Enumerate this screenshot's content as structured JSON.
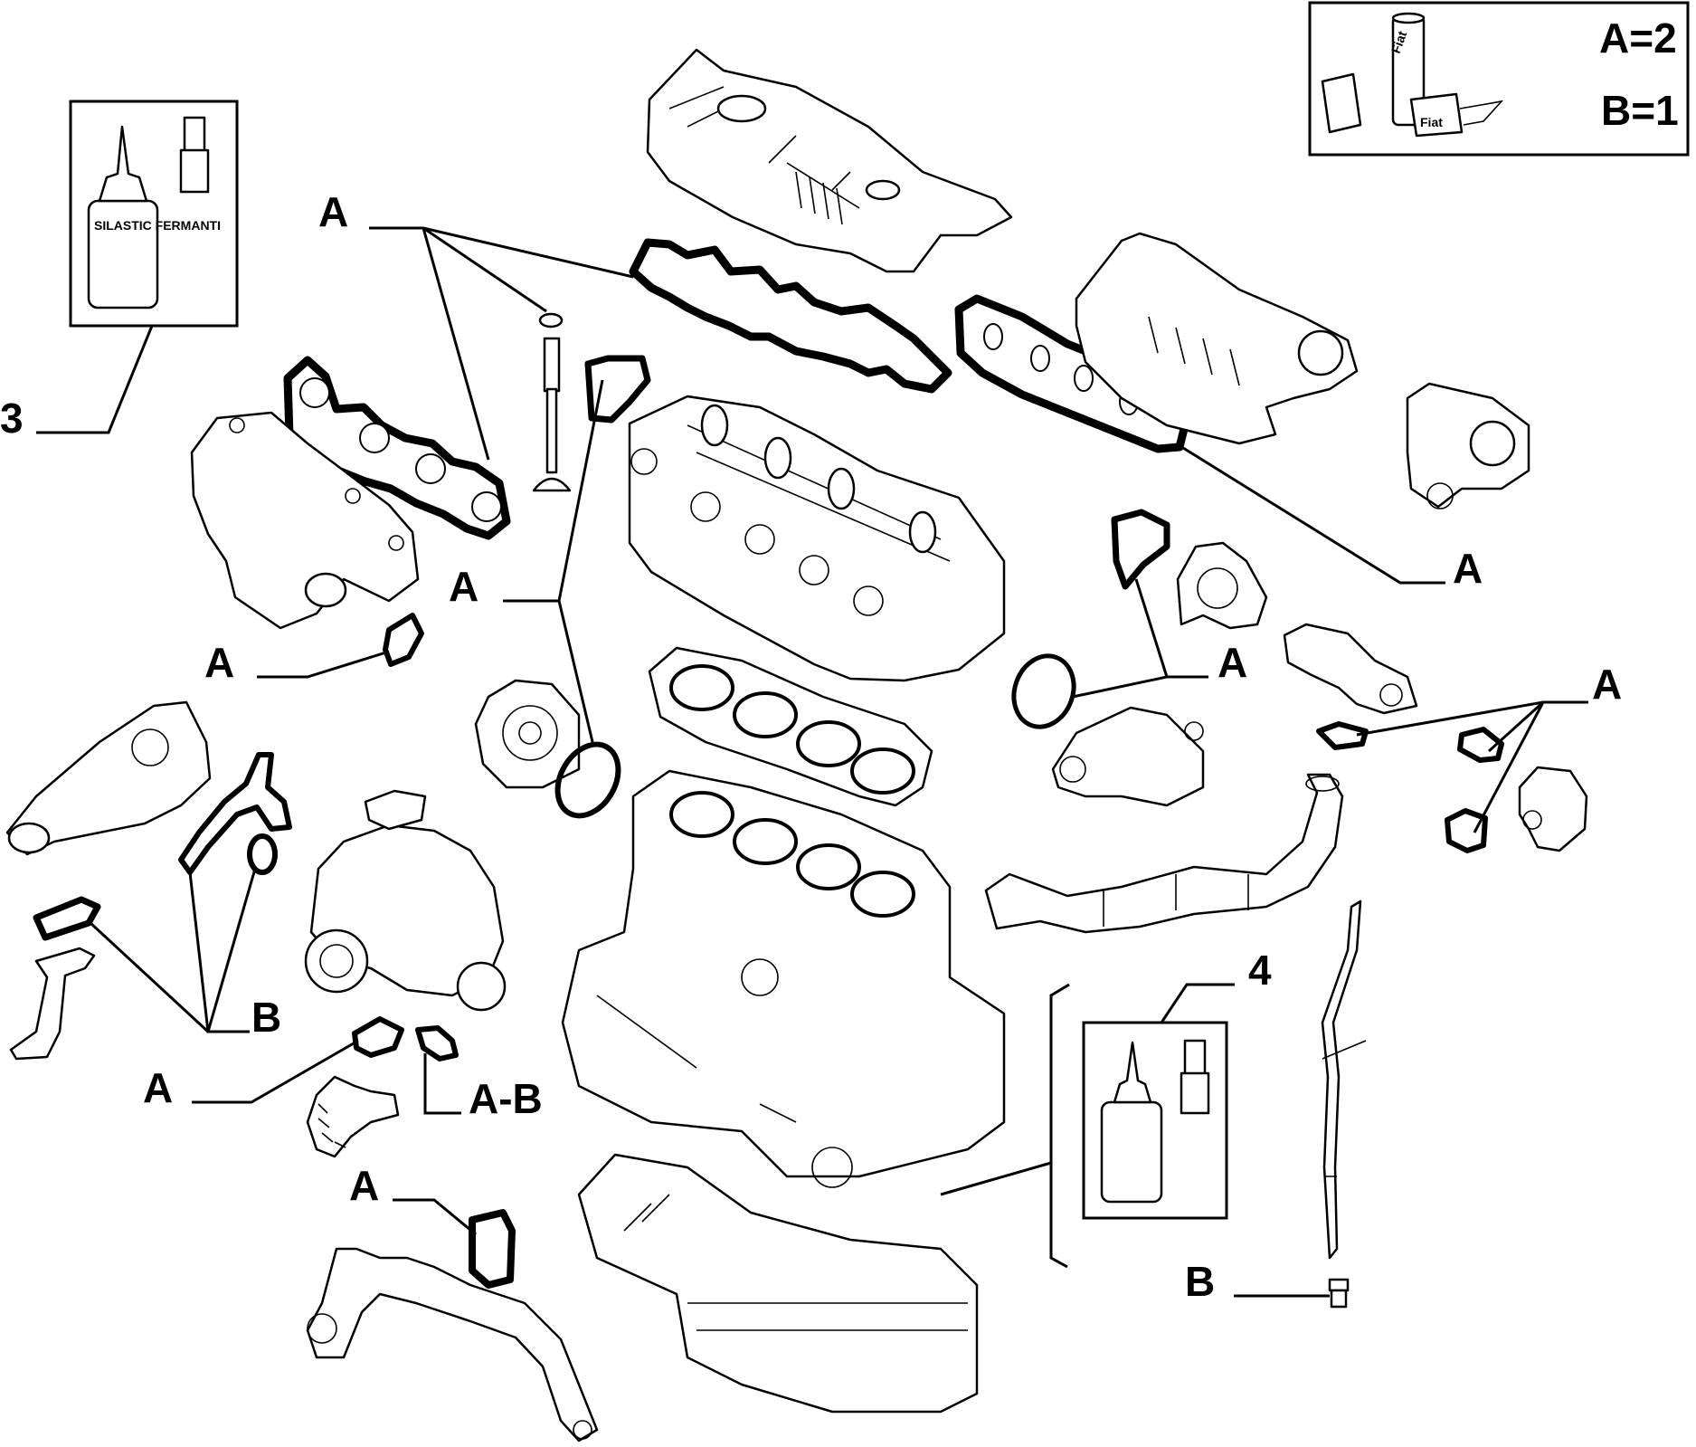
{
  "legend": {
    "line_a": "A=2",
    "line_b": "B=1"
  },
  "callouts": {
    "kit_3": "3",
    "kit_4": "4",
    "a_valve_cover": "A",
    "a_exhaust_manifold": "A",
    "a_egr_flange": "A",
    "a_water_pump": "A",
    "a_intake_manifold": "A",
    "a_thermostat": "A",
    "a_egr_right": "A",
    "b_oil_pump": "B",
    "a_turbo": "A",
    "ab_turbo_oil": "A-B",
    "a_coolant_pipe": "A",
    "b_dipstick": "B"
  },
  "kit_bottle_text": "SILASTIC FERMANTI",
  "legend_product_text": "Fiat"
}
